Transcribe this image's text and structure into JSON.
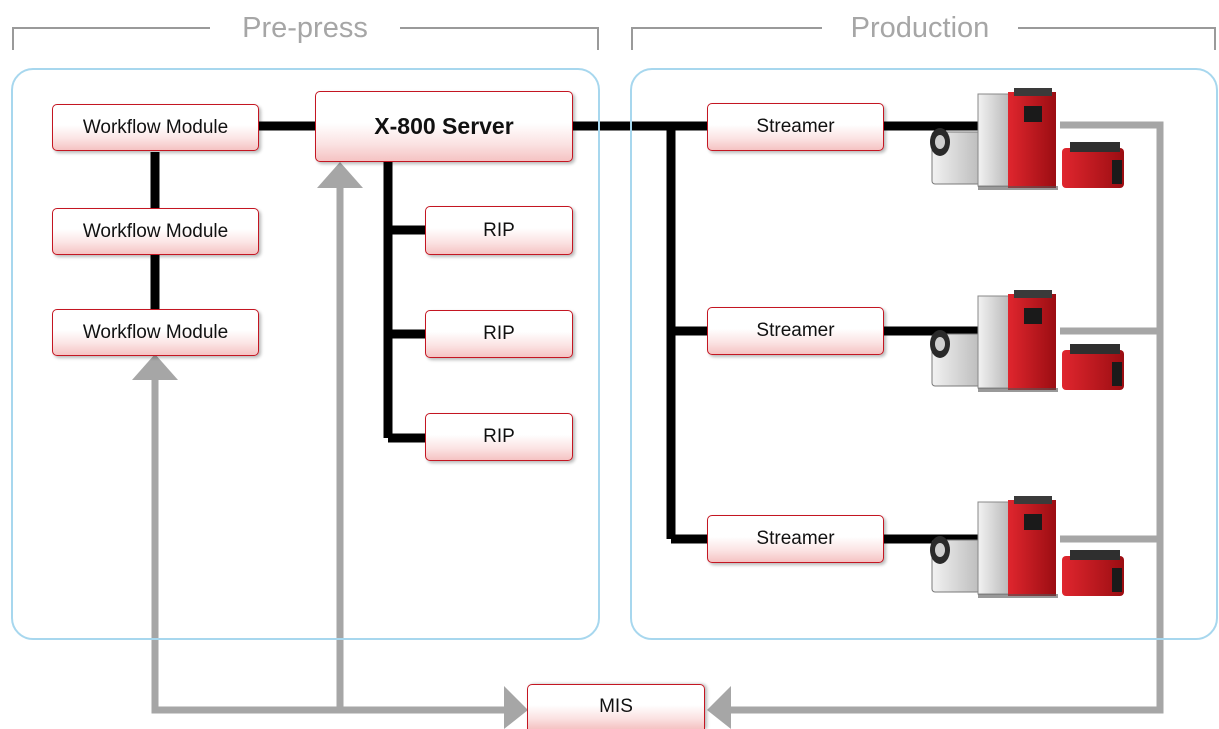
{
  "sections": {
    "prepress": {
      "title": "Pre-press"
    },
    "production": {
      "title": "Production"
    }
  },
  "nodes": {
    "workflow_modules": [
      "Workflow Module",
      "Workflow Module",
      "Workflow Module"
    ],
    "server": "X-800 Server",
    "rips": [
      "RIP",
      "RIP",
      "RIP"
    ],
    "streamers": [
      "Streamer",
      "Streamer",
      "Streamer"
    ],
    "mis": "MIS"
  },
  "printers": {
    "count": 3,
    "icon": "digital-press-icon"
  },
  "colors": {
    "node_border": "#c41622",
    "node_gradient_bottom": "#f5c3c3",
    "panel_border": "#a7d7ee",
    "data_link": "#000000",
    "mis_link": "#a6a6a6",
    "section_bracket": "#9a9a9a",
    "press_red": "#c8141c"
  },
  "icons": {
    "data_link": "thick-black-line",
    "mis_link": "gray-arrow-line",
    "printer": "digital-press-icon"
  }
}
